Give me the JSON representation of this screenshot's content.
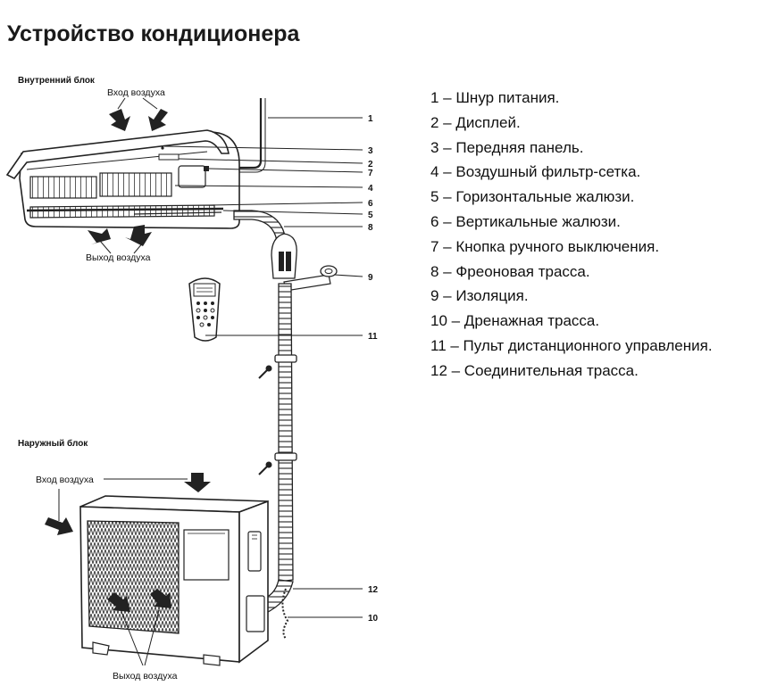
{
  "title": "Устройство кондиционера",
  "indoor_unit": {
    "heading": "Внутренний блок",
    "air_in": "Вход воздуха",
    "air_out": "Выход воздуха"
  },
  "outdoor_unit": {
    "heading": "Наружный блок",
    "air_in": "Вход воздуха",
    "air_out": "Выход воздуха"
  },
  "callouts": [
    "1",
    "3",
    "2",
    "7",
    "4",
    "6",
    "5",
    "8",
    "9",
    "11",
    "12",
    "10"
  ],
  "legend": [
    "1 – Шнур питания.",
    "2 – Дисплей.",
    "3 – Передняя панель.",
    "4 – Воздушный фильтр-сетка.",
    "5 – Горизонтальные жалюзи.",
    "6 – Вертикальные жалюзи.",
    "7 – Кнопка ручного выключения.",
    "8 – Фреоновая трасса.",
    "9 – Изоляция.",
    "10 – Дренажная трасса.",
    "11 – Пульт дистанционного управления.",
    "12 – Соединительная трасса."
  ]
}
